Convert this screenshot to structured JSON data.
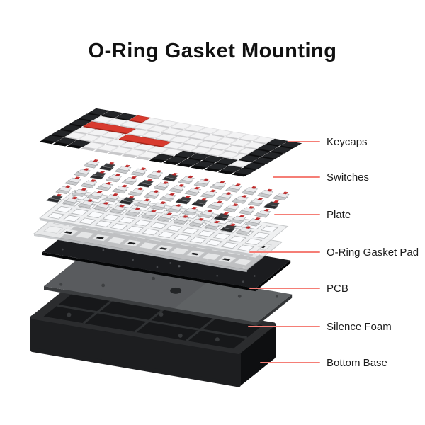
{
  "title": "O-Ring Gasket Mounting",
  "diagram": {
    "type": "exploded-view",
    "subject": "mechanical keyboard with o-ring gasket mount structure",
    "layers": [
      {
        "id": "keycaps",
        "label": "Keycaps"
      },
      {
        "id": "switches",
        "label": "Switches"
      },
      {
        "id": "plate",
        "label": "Plate"
      },
      {
        "id": "gasket",
        "label": "O-Ring Gasket Pad"
      },
      {
        "id": "pcb",
        "label": "PCB"
      },
      {
        "id": "foam",
        "label": "Silence Foam"
      },
      {
        "id": "base",
        "label": "Bottom Base"
      }
    ]
  },
  "colors": {
    "background": "#ffffff",
    "text": "#1c1c1c",
    "title_text": "#111111",
    "callout_line_red": "#f57e76",
    "accent_red_keycap": "#d83a2e",
    "keycap_white": "#f3f3f4",
    "keycap_black": "#232528",
    "switch_stem_red": "#b8292b",
    "plate_gray": "#eff0f2",
    "gasket_gray": "#e3e5e6",
    "pcb_black": "#1b1c1f",
    "foam_gray": "#595b5e",
    "base_black": "#2b2c2e"
  }
}
